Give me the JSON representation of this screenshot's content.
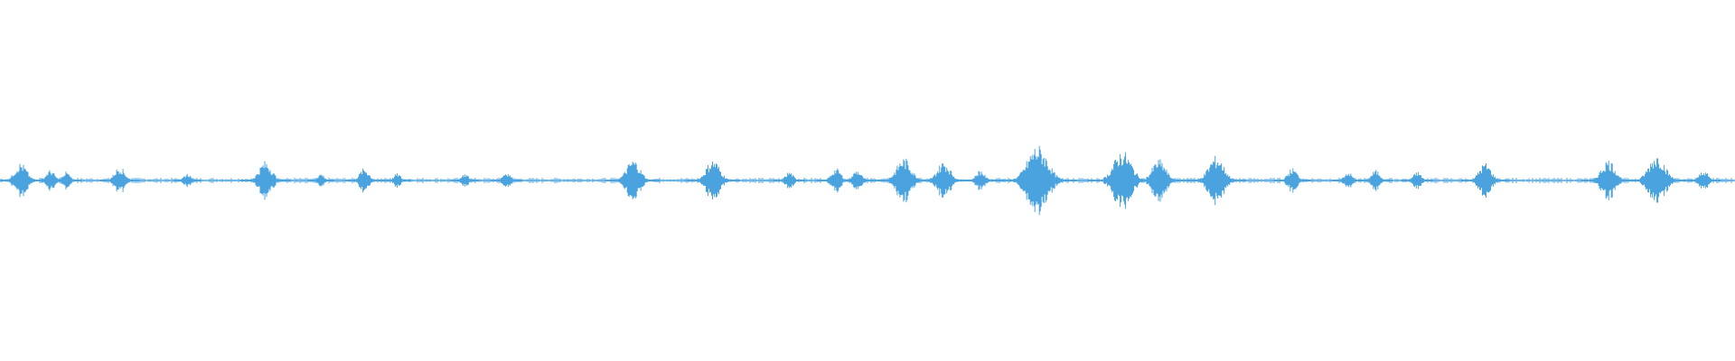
{
  "waveform": {
    "color": "#4aa3df",
    "baseline_amplitude": 0.006,
    "bursts": [
      {
        "position": 0.012,
        "amplitude": 0.05
      },
      {
        "position": 0.029,
        "amplitude": 0.03
      },
      {
        "position": 0.038,
        "amplitude": 0.025
      },
      {
        "position": 0.069,
        "amplitude": 0.04
      },
      {
        "position": 0.108,
        "amplitude": 0.02
      },
      {
        "position": 0.153,
        "amplitude": 0.055
      },
      {
        "position": 0.185,
        "amplitude": 0.02
      },
      {
        "position": 0.21,
        "amplitude": 0.035
      },
      {
        "position": 0.229,
        "amplitude": 0.02
      },
      {
        "position": 0.268,
        "amplitude": 0.02
      },
      {
        "position": 0.292,
        "amplitude": 0.025
      },
      {
        "position": 0.365,
        "amplitude": 0.06
      },
      {
        "position": 0.411,
        "amplitude": 0.06
      },
      {
        "position": 0.455,
        "amplitude": 0.025
      },
      {
        "position": 0.482,
        "amplitude": 0.035
      },
      {
        "position": 0.494,
        "amplitude": 0.03
      },
      {
        "position": 0.521,
        "amplitude": 0.065
      },
      {
        "position": 0.544,
        "amplitude": 0.055
      },
      {
        "position": 0.565,
        "amplitude": 0.03
      },
      {
        "position": 0.592,
        "amplitude": 0.035
      },
      {
        "position": 0.598,
        "amplitude": 0.1
      },
      {
        "position": 0.647,
        "amplitude": 0.085
      },
      {
        "position": 0.668,
        "amplitude": 0.06
      },
      {
        "position": 0.701,
        "amplitude": 0.07
      },
      {
        "position": 0.745,
        "amplitude": 0.035
      },
      {
        "position": 0.777,
        "amplitude": 0.025
      },
      {
        "position": 0.793,
        "amplitude": 0.03
      },
      {
        "position": 0.817,
        "amplitude": 0.025
      },
      {
        "position": 0.856,
        "amplitude": 0.05
      },
      {
        "position": 0.927,
        "amplitude": 0.06
      },
      {
        "position": 0.955,
        "amplitude": 0.075
      },
      {
        "position": 0.982,
        "amplitude": 0.03
      }
    ]
  }
}
